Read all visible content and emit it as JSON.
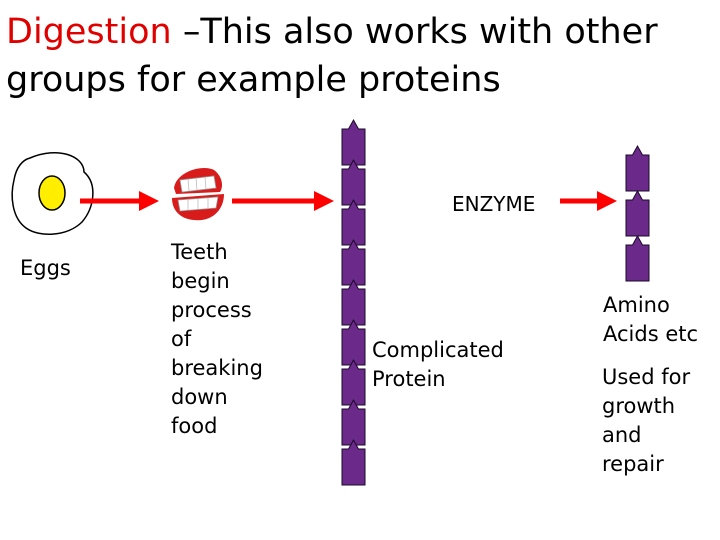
{
  "title": {
    "highlight": "Digestion",
    "rest": " –This also works with other groups for example proteins"
  },
  "labels": {
    "eggs": "Eggs",
    "teeth": [
      "Teeth",
      "begin",
      "process",
      "of",
      "breaking",
      "down",
      "food"
    ],
    "enzyme": "ENZYME",
    "protein": [
      "Complicated",
      "Protein"
    ],
    "amino": [
      "Amino",
      "Acids etc"
    ],
    "used": [
      "Used for",
      "growth",
      "and",
      "repair"
    ]
  },
  "colors": {
    "highlight": "#e00000",
    "arrow": "#ff0000",
    "block": "#6b2a8a",
    "block_edge": "#1a0a2a",
    "yolk": "#ffee00"
  },
  "icons": {
    "egg": "fried-egg-icon",
    "teeth": "chattering-teeth-icon"
  }
}
